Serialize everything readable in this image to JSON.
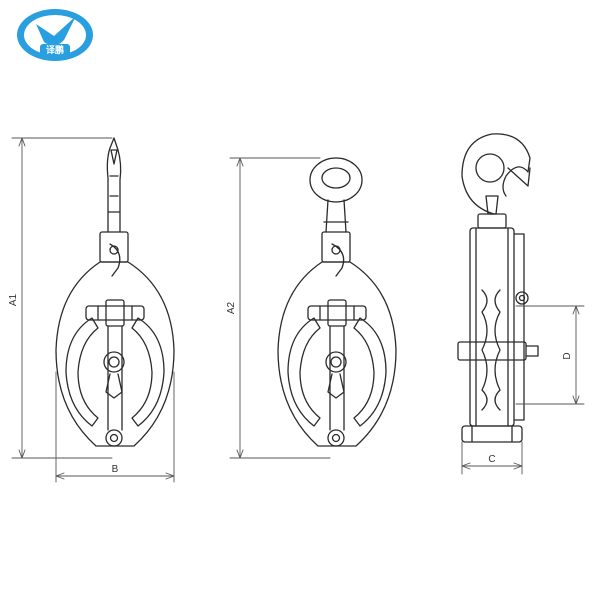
{
  "brand": {
    "logo_text": "译鹏",
    "primary_color": "#2a9fe0",
    "accent_color": "#ffffff"
  },
  "dimensions": {
    "a1": "A1",
    "a2": "A2",
    "b": "B",
    "c": "C",
    "d": "D"
  },
  "colors": {
    "line": "#2b2b2b",
    "dim_line": "#555555",
    "background": "#ffffff"
  }
}
